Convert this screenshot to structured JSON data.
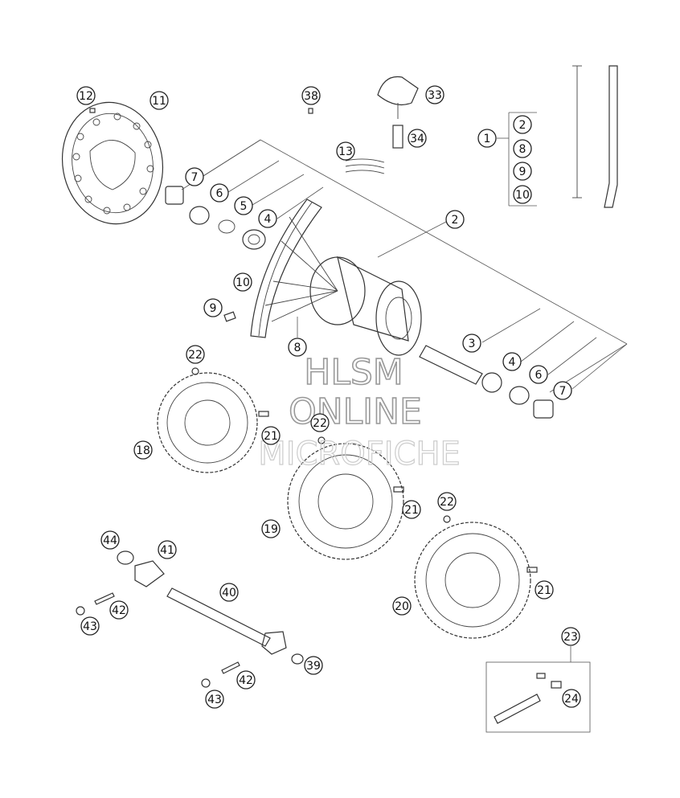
{
  "watermark": {
    "line1": "HLSM",
    "line2": "ONLINE",
    "line3": "MICROFICHE"
  },
  "callouts": {
    "c1": "1",
    "c2a": "2",
    "c2b": "2",
    "c3": "3",
    "c4a": "4",
    "c4b": "4",
    "c5": "5",
    "c6a": "6",
    "c6b": "6",
    "c7a": "7",
    "c7b": "7",
    "c8a": "8",
    "c8b": "8",
    "c9a": "9",
    "c9b": "9",
    "c10a": "10",
    "c10b": "10",
    "c11": "11",
    "c12": "12",
    "c13": "13",
    "c18": "18",
    "c19": "19",
    "c20": "20",
    "c21a": "21",
    "c21b": "21",
    "c21c": "21",
    "c22a": "22",
    "c22b": "22",
    "c22c": "22",
    "c23": "23",
    "c24": "24",
    "c33": "33",
    "c34": "34",
    "c38": "38",
    "c39": "39",
    "c40": "40",
    "c41": "41",
    "c42a": "42",
    "c42b": "42",
    "c43a": "43",
    "c43b": "43",
    "c44": "44"
  }
}
